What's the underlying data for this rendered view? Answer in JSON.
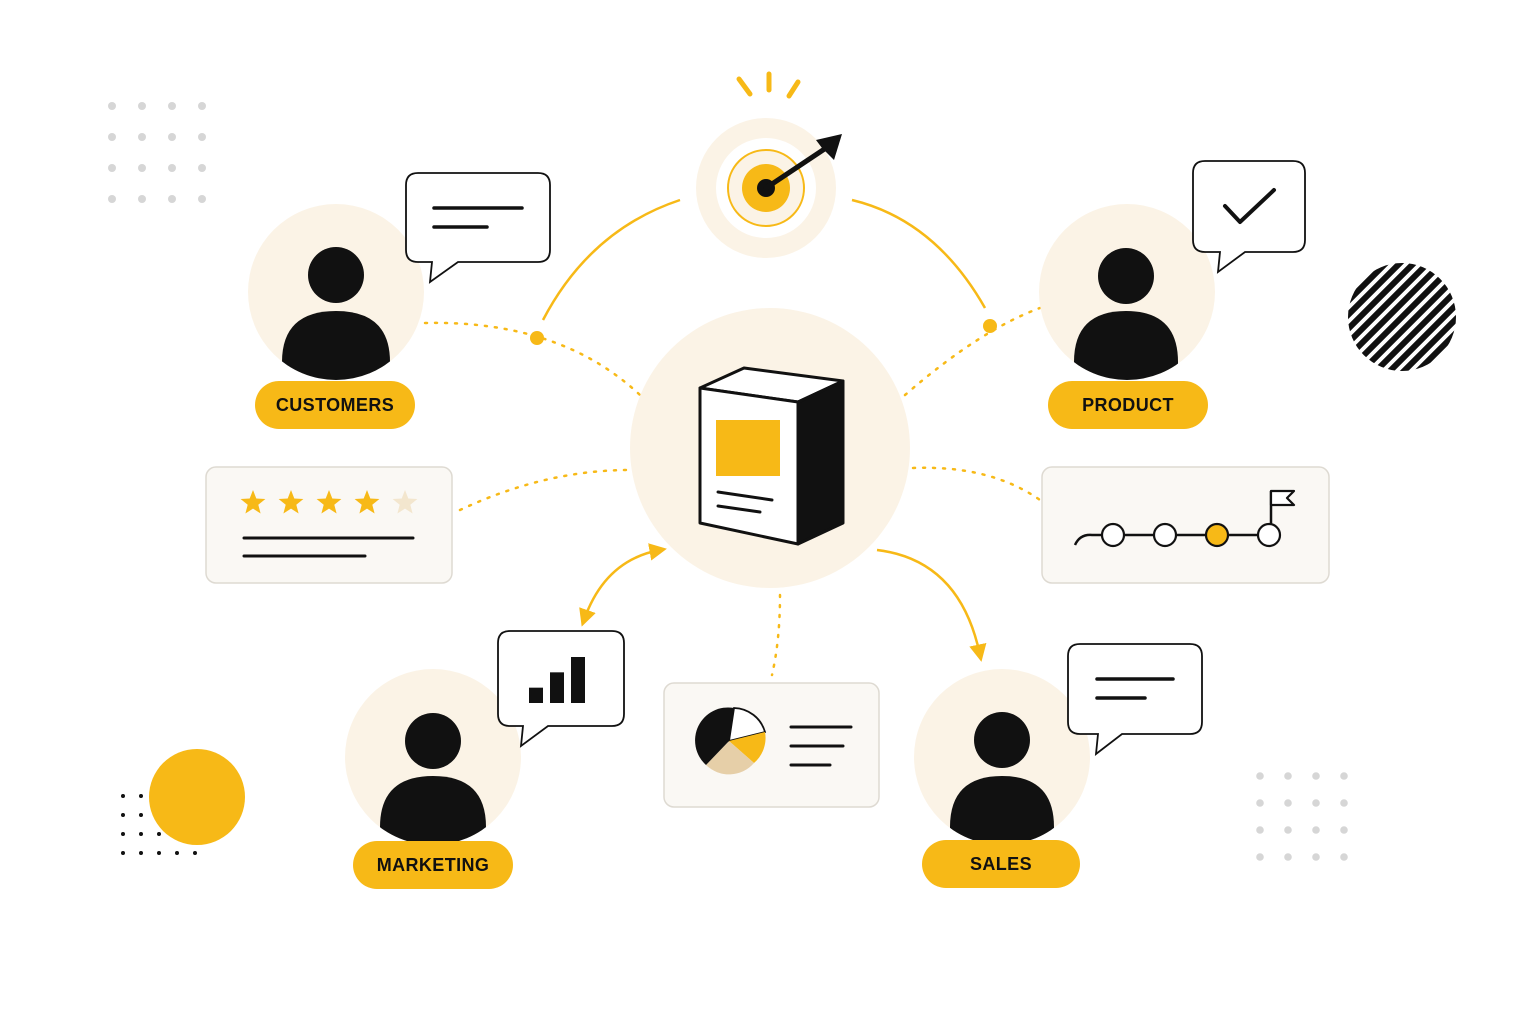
{
  "colors": {
    "accent": "#F7B917",
    "ink": "#111111",
    "cream": "#FBF3E6",
    "card": "#FAF8F4",
    "card_border": "#DEDAD2",
    "pie_tan": "#E6CFA8",
    "dot_gray": "#D6D6D6"
  },
  "icons": {
    "center": "product-box-icon",
    "top": "target-dart-icon",
    "customers_bubble": "text-lines-icon",
    "product_bubble": "checkmark-icon",
    "marketing_bubble": "bar-chart-icon",
    "sales_bubble": "text-lines-icon"
  },
  "labels": {
    "customers": "CUSTOMERS",
    "product": "PRODUCT",
    "marketing": "MARKETING",
    "sales": "SALES"
  },
  "rating": {
    "stars_filled": 4,
    "stars_total": 5
  },
  "timeline": {
    "steps": 4,
    "active_step": 3
  },
  "mini_chart": {
    "bars": [
      1,
      2,
      3
    ]
  }
}
